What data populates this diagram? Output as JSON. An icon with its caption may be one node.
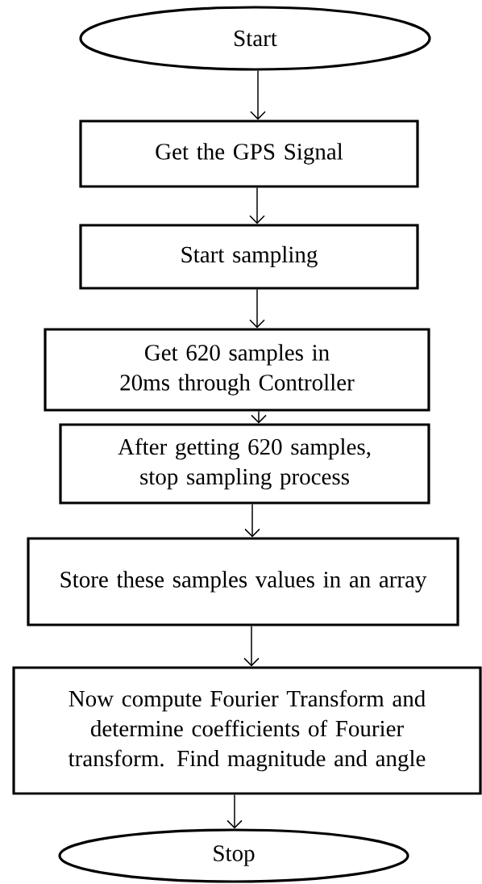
{
  "diagram": {
    "nodes": [
      {
        "text": [
          "Start"
        ]
      },
      {
        "text": [
          "Get the GPS Signal"
        ]
      },
      {
        "text": [
          "Start sampling"
        ]
      },
      {
        "text": [
          "Get 620 samples in 20ms through Controller"
        ]
      },
      {
        "text": [
          "After getting 620 samples, stop sampling process"
        ]
      },
      {
        "text": [
          "Store these samples values in an array"
        ]
      },
      {
        "text": [
          "Now compute Fourier Transform and determine coefficients of Fourier transform. Find magnitude and angle"
        ]
      },
      {
        "text": [
          "Stop"
        ]
      }
    ],
    "edges": [
      {
        "from": 0,
        "to": 1,
        "arrow": "to"
      },
      {
        "from": 1,
        "to": 2,
        "arrow": "to"
      },
      {
        "from": 2,
        "to": 3,
        "arrow": "to"
      },
      {
        "from": 3,
        "to": 4,
        "arrow": "to"
      },
      {
        "from": 4,
        "to": 5,
        "arrow": "to"
      },
      {
        "from": 5,
        "to": 6,
        "arrow": "to"
      },
      {
        "from": 6,
        "to": 7,
        "arrow": "to"
      }
    ]
  }
}
